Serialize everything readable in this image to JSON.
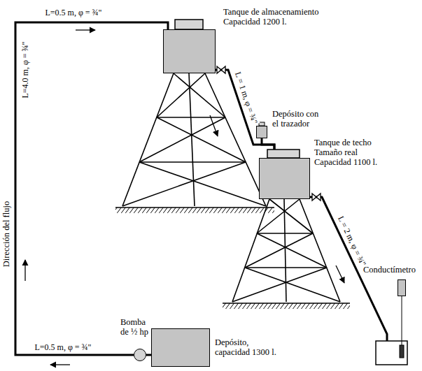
{
  "diagram": {
    "nodes": [
      {
        "text": [
          "Tanque de almacenamiento Capacidad 1200 l."
        ]
      },
      {
        "text": [
          "Depósito con el trazador"
        ]
      },
      {
        "text": [
          "Tanque de techo Tamaño real Capacidad 1100 l."
        ]
      },
      {
        "text": [
          "Conductímetro"
        ]
      },
      {
        "text": [
          "Bomba de ½ hp"
        ]
      },
      {
        "text": [
          "Depósito, capacidad 1300 l."
        ]
      }
    ],
    "edges": [
      {
        "from": 0,
        "to": 2,
        "label": "L = 1 m, φ = ¾\"",
        "arrow": "none"
      },
      {
        "from": 1,
        "to": 2,
        "arrow": "none"
      },
      {
        "from": 5,
        "to": 4,
        "arrow": "none"
      },
      {
        "from": 4,
        "to": 0,
        "arrow": "none"
      }
    ],
    "labels": [
      "L=0.5 m, φ = ¾\"",
      "L=4.0 m, φ = ¾\"",
      "Dirección del flujo",
      "L=0.5 m, φ = ¾\"",
      "L = 2 m, φ = ¾\""
    ]
  }
}
